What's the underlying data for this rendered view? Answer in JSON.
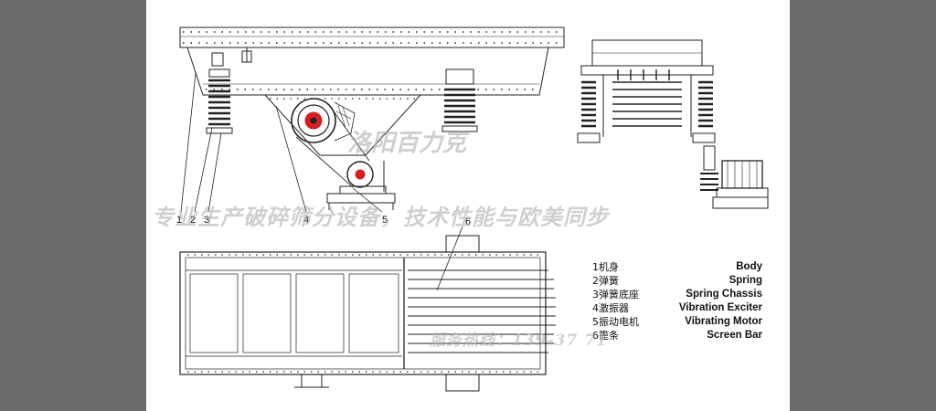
{
  "legend": [
    {
      "cn": "1机身",
      "en": "Body"
    },
    {
      "cn": "2弹簧",
      "en": "Spring"
    },
    {
      "cn": "3弹簧底座",
      "en": "Spring Chassis"
    },
    {
      "cn": "4激振器",
      "en": "Vibration Exciter"
    },
    {
      "cn": "5振动电机",
      "en": "Vibrating Motor"
    },
    {
      "cn": "6篦条",
      "en": "Screen Bar"
    }
  ],
  "callouts": [
    "1",
    "2",
    "3",
    "4",
    "5",
    "6"
  ],
  "watermarks": {
    "brand": "洛阳百力克",
    "slogan": "专业生产破碎筛分设备，技术性能与欧美同步",
    "phone": "服务热线：139-37 71"
  },
  "colors": {
    "page_margin": "#6a6a6a",
    "canvas": "#ffffff",
    "exciter_accent": "#d42020"
  }
}
